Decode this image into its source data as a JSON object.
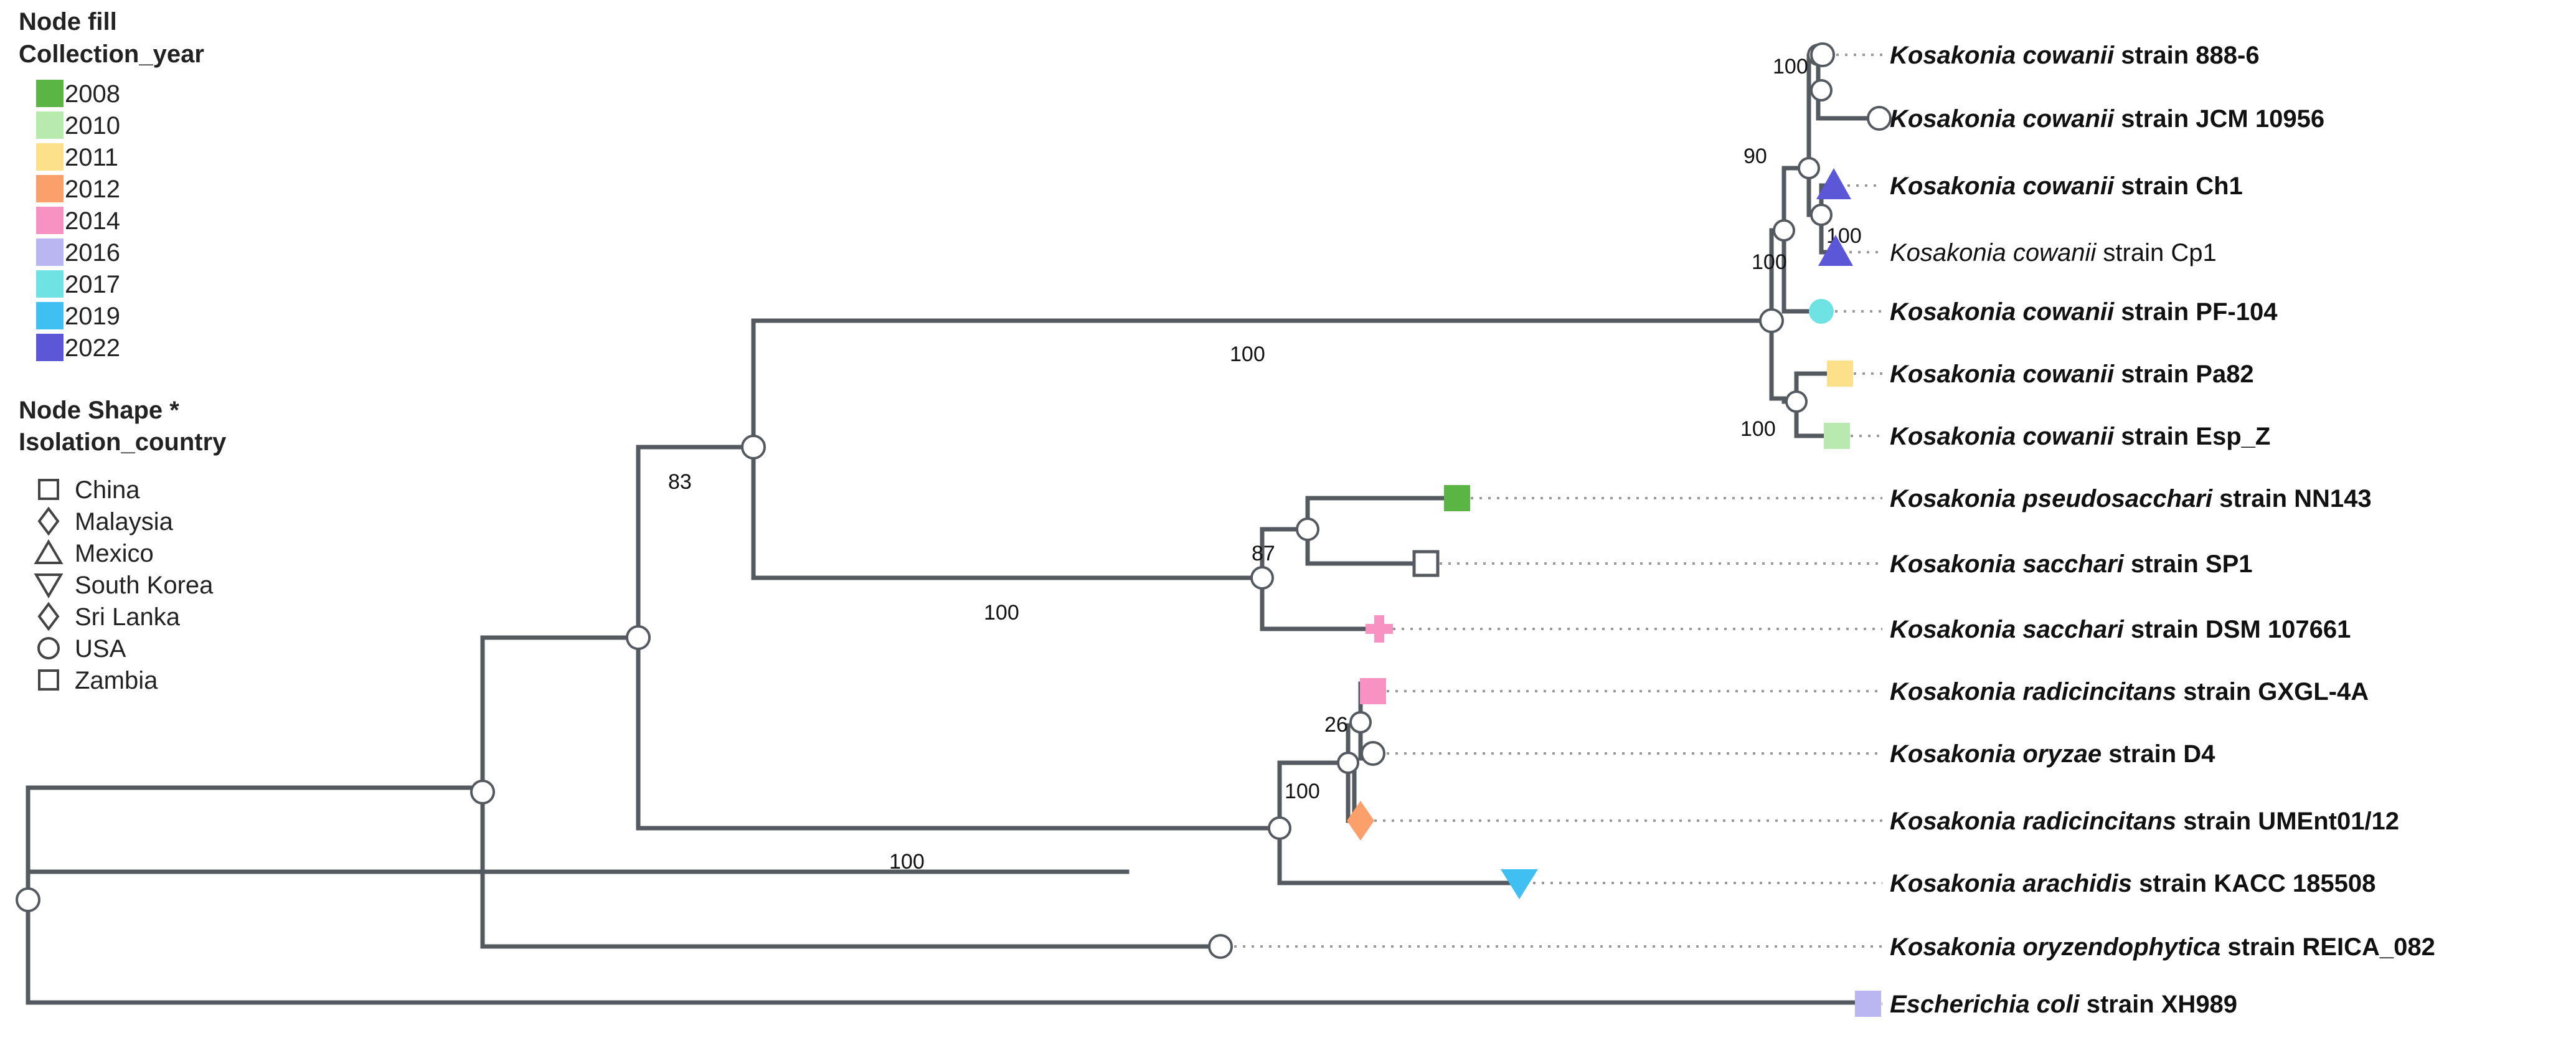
{
  "legend": {
    "fill_title_line1": "Node fill",
    "fill_title_line2": "Collection_year",
    "years": [
      {
        "label": "2008",
        "color": "#5bb544"
      },
      {
        "label": "2010",
        "color": "#b8eab0"
      },
      {
        "label": "2011",
        "color": "#fde08a"
      },
      {
        "label": "2012",
        "color": "#fba06a"
      },
      {
        "label": "2014",
        "color": "#f792c2"
      },
      {
        "label": "2016",
        "color": "#b9b6f2"
      },
      {
        "label": "2017",
        "color": "#6fe3e3"
      },
      {
        "label": "2019",
        "color": "#3fbff2"
      },
      {
        "label": "2022",
        "color": "#5b57d6"
      }
    ],
    "shape_title_line1": "Node Shape *",
    "shape_title_line2": "Isolation_country",
    "countries": [
      {
        "label": "China",
        "shape": "square-icon"
      },
      {
        "label": "Malaysia",
        "shape": "diamond-icon"
      },
      {
        "label": "Mexico",
        "shape": "triangle-up-icon"
      },
      {
        "label": "South Korea",
        "shape": "triangle-down-icon"
      },
      {
        "label": "Sri Lanka",
        "shape": "diamond-icon"
      },
      {
        "label": "USA",
        "shape": "circle-icon"
      },
      {
        "label": "Zambia",
        "shape": "square-icon"
      }
    ]
  },
  "tips": [
    {
      "id": "t1",
      "italic": "Kosakonia cowanii",
      "rest": " strain 888-6",
      "highlight": false,
      "marker": "circle-outline",
      "fill": "#ffffff"
    },
    {
      "id": "t2",
      "italic": "Kosakonia cowanii",
      "rest": " strain JCM 10956",
      "highlight": false,
      "marker": "circle-outline",
      "fill": "#ffffff"
    },
    {
      "id": "t3",
      "italic": "Kosakonia cowanii",
      "rest": " strain Ch1",
      "highlight": false,
      "marker": "triangle-up",
      "fill": "#5b57d6"
    },
    {
      "id": "t4",
      "italic": "Kosakonia cowanii",
      "rest": "  strain Cp1",
      "highlight": true,
      "marker": "triangle-up",
      "fill": "#5b57d6"
    },
    {
      "id": "t5",
      "italic": "Kosakonia cowanii",
      "rest": " strain PF-104",
      "highlight": false,
      "marker": "circle",
      "fill": "#6fe3e3"
    },
    {
      "id": "t6",
      "italic": "Kosakonia cowanii",
      "rest": " strain Pa82",
      "highlight": false,
      "marker": "square",
      "fill": "#fde08a"
    },
    {
      "id": "t7",
      "italic": "Kosakonia cowanii",
      "rest": " strain Esp_Z",
      "highlight": false,
      "marker": "square",
      "fill": "#b8eab0"
    },
    {
      "id": "t8",
      "italic": "Kosakonia pseudosacchari",
      "rest": " strain NN143",
      "highlight": false,
      "marker": "square",
      "fill": "#5bb544"
    },
    {
      "id": "t9",
      "italic": "Kosakonia sacchari",
      "rest": " strain SP1",
      "highlight": false,
      "marker": "square-outline",
      "fill": "#ffffff"
    },
    {
      "id": "t10",
      "italic": "Kosakonia sacchari",
      "rest": " strain DSM 107661",
      "highlight": false,
      "marker": "plus",
      "fill": "#f792c2"
    },
    {
      "id": "t11",
      "italic": "Kosakonia radicincitans",
      "rest": " strain GXGL-4A",
      "highlight": false,
      "marker": "square",
      "fill": "#f792c2"
    },
    {
      "id": "t12",
      "italic": "Kosakonia oryzae",
      "rest": " strain D4",
      "highlight": false,
      "marker": "circle-outline",
      "fill": "#ffffff"
    },
    {
      "id": "t13",
      "italic": "Kosakonia radicincitans",
      "rest": " strain UMEnt01/12",
      "highlight": false,
      "marker": "diamond",
      "fill": "#fba06a"
    },
    {
      "id": "t14",
      "italic": "Kosakonia arachidis",
      "rest": "  strain KACC 185508",
      "highlight": false,
      "marker": "triangle-down",
      "fill": "#3fbff2"
    },
    {
      "id": "t15",
      "italic": "Kosakonia oryzendophytica",
      "rest": " strain REICA_082",
      "highlight": false,
      "marker": "circle-outline",
      "fill": "#ffffff"
    },
    {
      "id": "t16",
      "italic": "Escherichia coli",
      "rest": "  strain XH989",
      "highlight": false,
      "marker": "square",
      "fill": "#b9b6f2"
    }
  ],
  "support_values": [
    {
      "node": "cowanii-top",
      "value": "100"
    },
    {
      "node": "cowanii-ch1-group",
      "value": "90"
    },
    {
      "node": "ch1-cp1",
      "value": "100"
    },
    {
      "node": "cowanii-inner",
      "value": "100"
    },
    {
      "node": "pa82-espz",
      "value": "100"
    },
    {
      "node": "cowanii-stem",
      "value": "100"
    },
    {
      "node": "cowanii-sacchari",
      "value": "83"
    },
    {
      "node": "sacchari-sp1",
      "value": "87"
    },
    {
      "node": "sacchari-stem",
      "value": "100"
    },
    {
      "node": "radicincitans-oryzae",
      "value": "26"
    },
    {
      "node": "radicincitans-group",
      "value": "100"
    },
    {
      "node": "radicincitans-stem",
      "value": "100"
    }
  ],
  "colors": {
    "highlight": "#c0159e",
    "branch": "#555a60"
  }
}
